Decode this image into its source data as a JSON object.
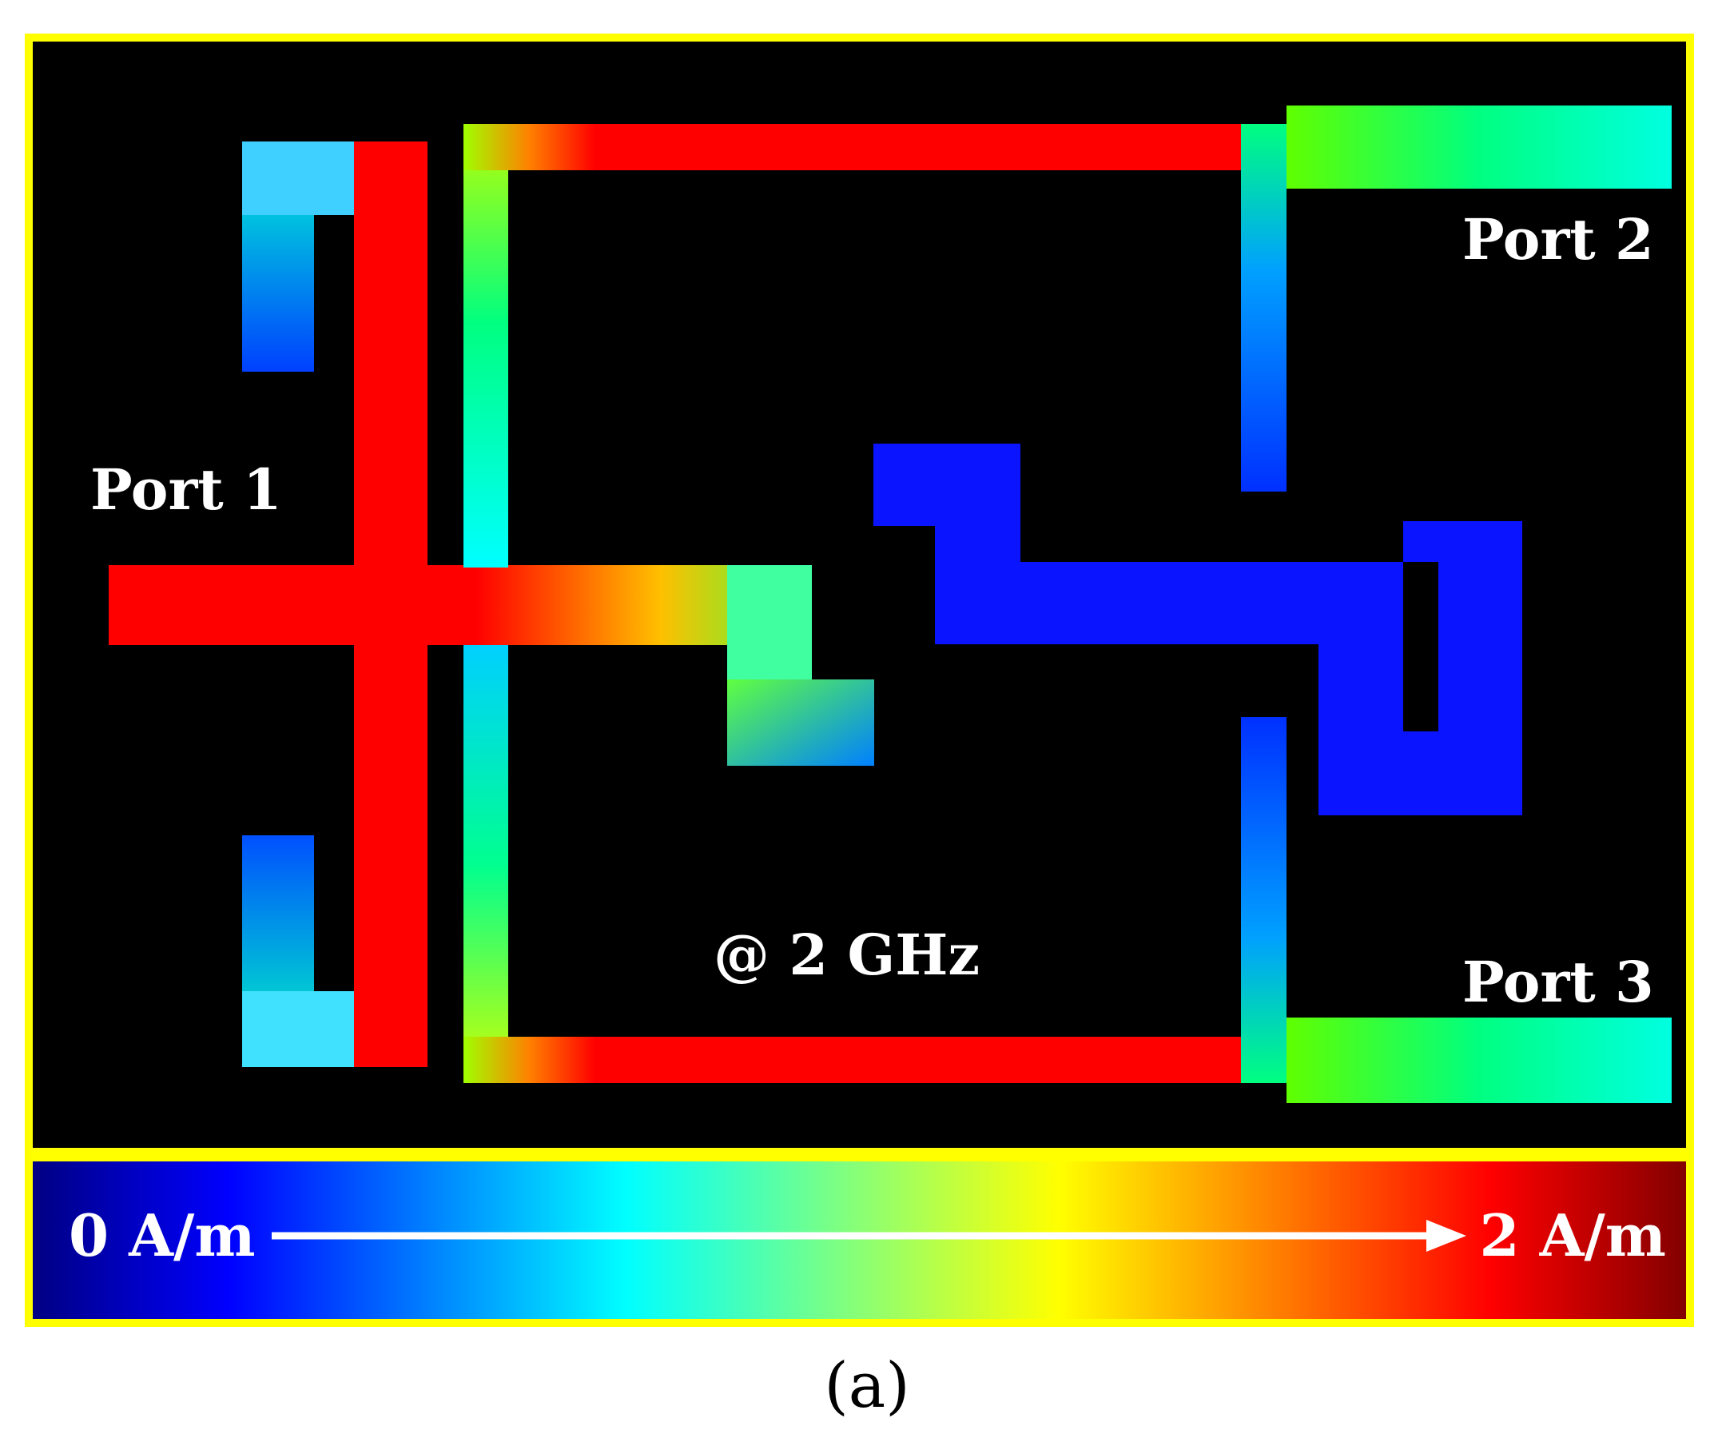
{
  "figure": {
    "port1_label": "Port 1",
    "port2_label": "Port 2",
    "port3_label": "Port 3",
    "frequency_label": "@ 2 GHz",
    "caption": "(a)"
  },
  "colorbar": {
    "min_label": "0 A/m",
    "max_label": "2 A/m",
    "min_value": 0,
    "max_value": 2,
    "unit": "A/m",
    "colormap": "jet"
  },
  "colors": {
    "frame": "#ffff00",
    "background": "#000000",
    "arrow": "#ffffff"
  }
}
